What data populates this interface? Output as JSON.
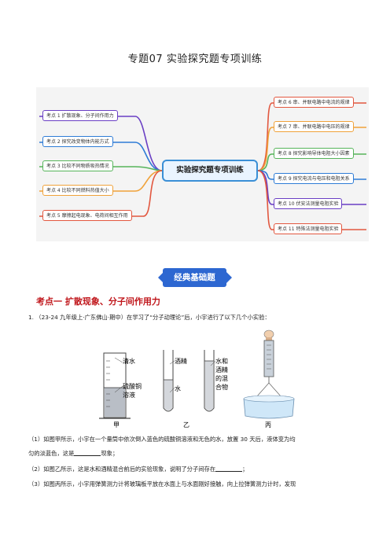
{
  "page": {
    "title": "专题07    实验探究题专项训练"
  },
  "mindmap": {
    "center": "实验探究题专项训练",
    "left_nodes": [
      {
        "label": "考点 1  扩散现象、分子间作用力",
        "color": "#6a3fc4"
      },
      {
        "label": "考点 2  探究改变物体内能方式",
        "color": "#2e7cd6"
      },
      {
        "label": "考点 3  比较不同物质吸热情况",
        "color": "#56b45a"
      },
      {
        "label": "考点 4  比较不同燃料热值大小",
        "color": "#f0a23a"
      },
      {
        "label": "考点 5  摩擦起电现象、电荷间相互作用",
        "color": "#e2573f"
      }
    ],
    "right_nodes": [
      {
        "label": "考点 6  串、并联电路中电流的规律",
        "color": "#e2573f"
      },
      {
        "label": "考点 7  串、并联电路中电压的规律",
        "color": "#f0a23a"
      },
      {
        "label": "考点 8  探究影响导体电阻大小因素",
        "color": "#56b45a"
      },
      {
        "label": "考点 9  探究电流与电压和电阻关系",
        "color": "#2e7cd6"
      },
      {
        "label": "考点 10  伏安法测量电阻实验",
        "color": "#6a3fc4"
      },
      {
        "label": "考点 11  特殊法测量电阻实验",
        "color": "#e2573f"
      }
    ]
  },
  "banner": {
    "label": "经典基础题"
  },
  "section": {
    "heading": "考点一  扩散现象、分子间作用力"
  },
  "question1": {
    "number": "1.",
    "source": "（23-24 九年级上·广东佛山·期中）",
    "stem": "在学习了“分子动理论”后，小宇进行了以下几个小实验："
  },
  "figure": {
    "jia": {
      "caption": "甲",
      "top_label": "清水",
      "bottom_label_1": "硫酸铜",
      "bottom_label_2": "溶液"
    },
    "yi": {
      "caption": "乙",
      "top_label": "酒精",
      "bottom_label": "水",
      "side_label_1": "水和",
      "side_label_2": "酒精",
      "side_label_3": "的混",
      "side_label_4": "合物"
    },
    "bing": {
      "caption": "丙"
    }
  },
  "parts": {
    "p1a": "（1）如图甲所示，小宇在一个量筒中依次倒入蓝色的硫酸铜溶液和无色的水，放置 30 天后，液体变为均",
    "p1b": "匀的淡蓝色，这是",
    "p1c": "现象；",
    "p2a": "（2）如图乙所示，这是水和酒精混合前后的实验现象，说明了分子间存在",
    "p2b": "；",
    "p3": "（3）如图丙所示，小宇用弹簧测力计将玻璃板平放在水面上与水面刚好接触，向上拉弹簧测力计时，发现"
  }
}
